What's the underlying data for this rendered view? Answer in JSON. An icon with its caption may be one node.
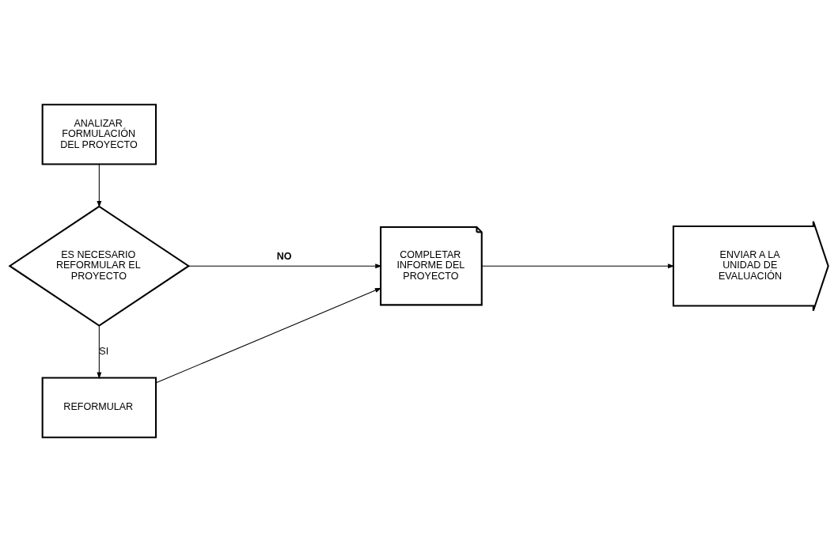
{
  "diagram": {
    "nodes": [
      {
        "text": [
          "ANALIZAR FORMULACIÓN DEL PROYECTO"
        ]
      },
      {
        "text": [
          "ES NECESARIO REFORMULAR EL PROYECTO"
        ]
      },
      {
        "text": [
          "COMPLETAR INFORME DEL PROYECTO"
        ]
      },
      {
        "text": [
          "ENVIAR A LA UNIDAD DE EVALUACIÓN"
        ]
      },
      {
        "text": [
          "REFORMULAR"
        ]
      }
    ],
    "edges": [
      {
        "from": 0,
        "to": 1,
        "arrow": "to"
      },
      {
        "from": 1,
        "to": 2,
        "arrow": "to",
        "label": "NO"
      },
      {
        "from": 1,
        "to": 4,
        "arrow": "to",
        "label": "SI"
      },
      {
        "from": 4,
        "to": 2,
        "arrow": "to"
      },
      {
        "from": 2,
        "to": 3,
        "arrow": "to"
      }
    ]
  }
}
